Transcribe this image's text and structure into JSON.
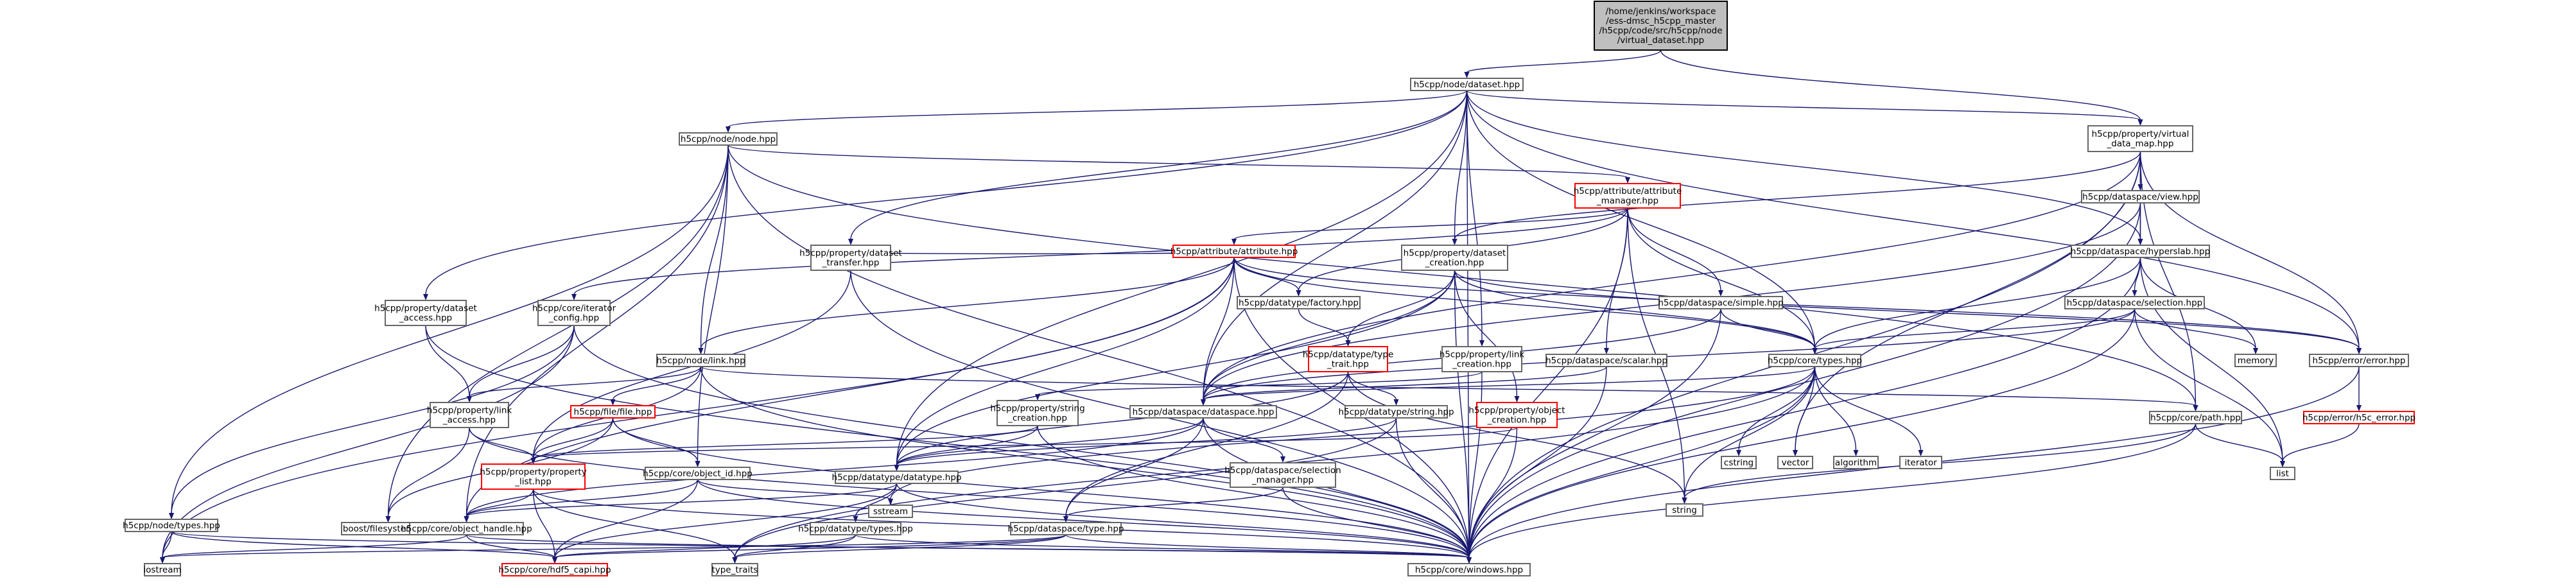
{
  "nodes": {
    "root": "/home/jenkins/workspace\n/ess-dmsc_h5cpp_master\n/h5cpp/code/src/h5cpp/node\n/virtual_dataset.hpp",
    "dataset": "h5cpp/node/dataset.hpp",
    "node": "h5cpp/node/node.hpp",
    "virtual_data_map": "h5cpp/property/virtual\n_data_map.hpp",
    "attribute_manager": "h5cpp/attribute/attribute\n_manager.hpp",
    "view": "h5cpp/dataspace/view.hpp",
    "attribute": "h5cpp/attribute/attribute.hpp",
    "hyperslab": "h5cpp/dataspace/hyperslab.hpp",
    "dataset_transfer": "h5cpp/property/dataset\n_transfer.hpp",
    "factory": "h5cpp/datatype/factory.hpp",
    "dataset_creation": "h5cpp/property/dataset\n_creation.hpp",
    "simple": "h5cpp/dataspace/simple.hpp",
    "selection": "h5cpp/dataspace/selection.hpp",
    "dataset_access": "h5cpp/property/dataset\n_access.hpp",
    "iterator_config": "h5cpp/core/iterator\n_config.hpp",
    "link_hpp": "h5cpp/node/link.hpp",
    "type_trait": "h5cpp/datatype/type\n_trait.hpp",
    "link_creation": "h5cpp/property/link\n_creation.hpp",
    "scalar": "h5cpp/dataspace/scalar.hpp",
    "core_types": "h5cpp/core/types.hpp",
    "memory": "memory",
    "error": "h5cpp/error/error.hpp",
    "link_access": "h5cpp/property/link\n_access.hpp",
    "file": "h5cpp/file/file.hpp",
    "string_creation": "h5cpp/property/string\n_creation.hpp",
    "dataspace": "h5cpp/dataspace/dataspace.hpp",
    "dt_string": "h5cpp/datatype/string.hpp",
    "object_creation": "h5cpp/property/object\n_creation.hpp",
    "cstring": "cstring",
    "vector": "vector",
    "algorithm": "algorithm",
    "iterator": "iterator",
    "path": "h5cpp/core/path.hpp",
    "h5c_error": "h5cpp/error/h5c_error.hpp",
    "property_list": "h5cpp/property/property\n_list.hpp",
    "object_id": "h5cpp/core/object_id.hpp",
    "datatype": "h5cpp/datatype/datatype.hpp",
    "selection_manager": "h5cpp/dataspace/selection\n_manager.hpp",
    "list": "list",
    "node_types": "h5cpp/node/types.hpp",
    "boost_fs": "boost/filesystem.hpp",
    "object_handle": "h5cpp/core/object_handle.hpp",
    "dt_types": "h5cpp/datatype/types.hpp",
    "sstream": "sstream",
    "ds_type": "h5cpp/dataspace/type.hpp",
    "string": "string",
    "iostream": "iostream",
    "hdf5_capi": "h5cpp/core/hdf5_capi.hpp",
    "type_traits": "type_traits",
    "windows": "h5cpp/core/windows.hpp"
  },
  "colors": {
    "edge": "#191970",
    "border": "#666666",
    "red_border": "#ff0000",
    "root_fill": "#bfbfbf"
  }
}
